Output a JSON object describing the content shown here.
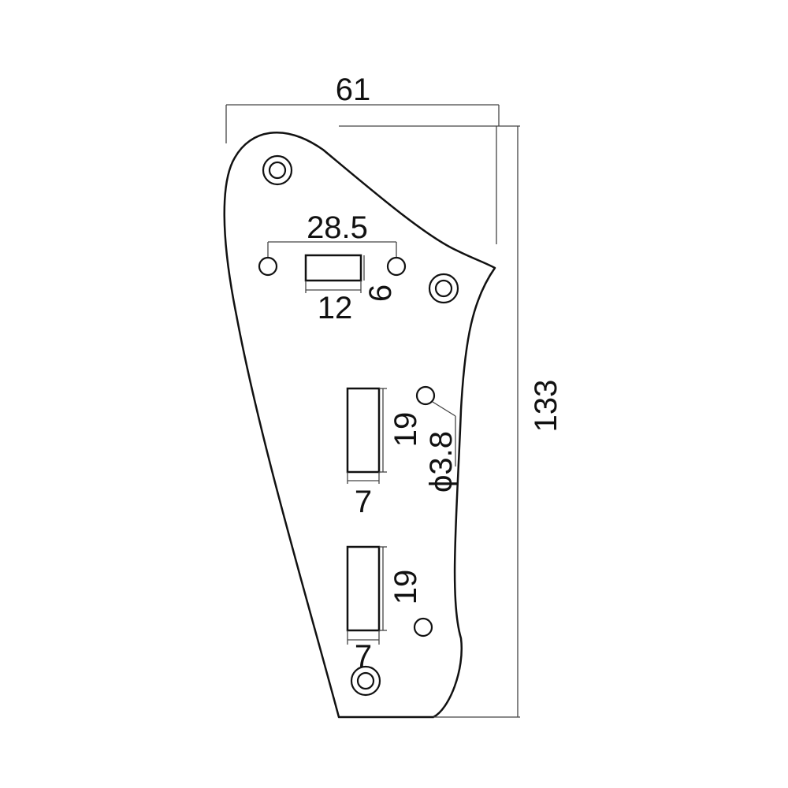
{
  "dimensions": {
    "overall_width": "61",
    "overall_height": "133",
    "hole_spacing": "28.5",
    "top_slot_width": "12",
    "top_slot_height": "6",
    "hole_diameter": "3.8",
    "diameter_symbol": "ϕ",
    "middle_slot_height": "19",
    "middle_slot_width": "7",
    "bottom_slot_height": "19",
    "bottom_slot_width": "7"
  },
  "colors": {
    "line": "#111111",
    "background": "#ffffff"
  }
}
